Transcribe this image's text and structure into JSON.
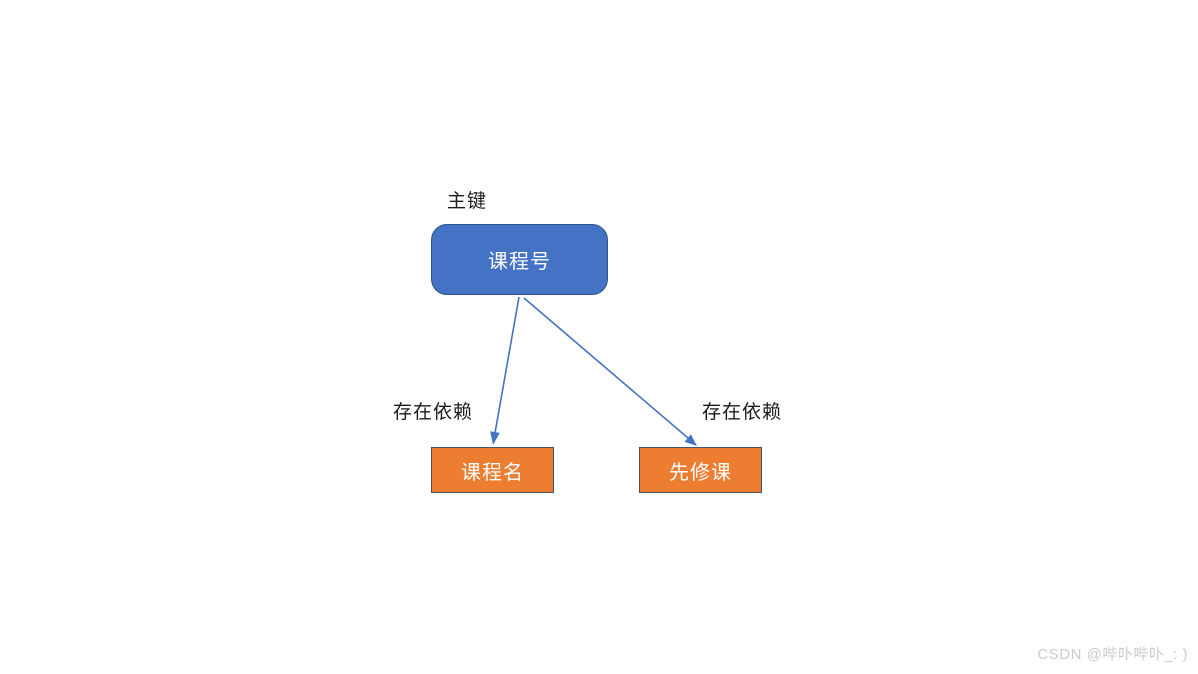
{
  "page": {
    "background": "#FFFFFF"
  },
  "colors": {
    "primary_node_fill": "#4472C4",
    "primary_node_border": "#2F528F",
    "attribute_node_fill": "#ED7D31",
    "attribute_node_border": "#44546A",
    "arrow": "#4472C4",
    "node_text": "#FFFFFF",
    "label_text": "#1A1A1A",
    "watermark_text": "#CBCBCB"
  },
  "diagram": {
    "primary_key_label": "主键",
    "primary_node": {
      "label": "课程号"
    },
    "edges": [
      {
        "label": "存在依赖",
        "from": "课程号",
        "to": "课程名"
      },
      {
        "label": "存在依赖",
        "from": "课程号",
        "to": "先修课"
      }
    ],
    "attribute_nodes": [
      {
        "label": "课程名"
      },
      {
        "label": "先修课"
      }
    ]
  },
  "watermark": {
    "text": "CSDN @哔卟哔卟_: )"
  }
}
